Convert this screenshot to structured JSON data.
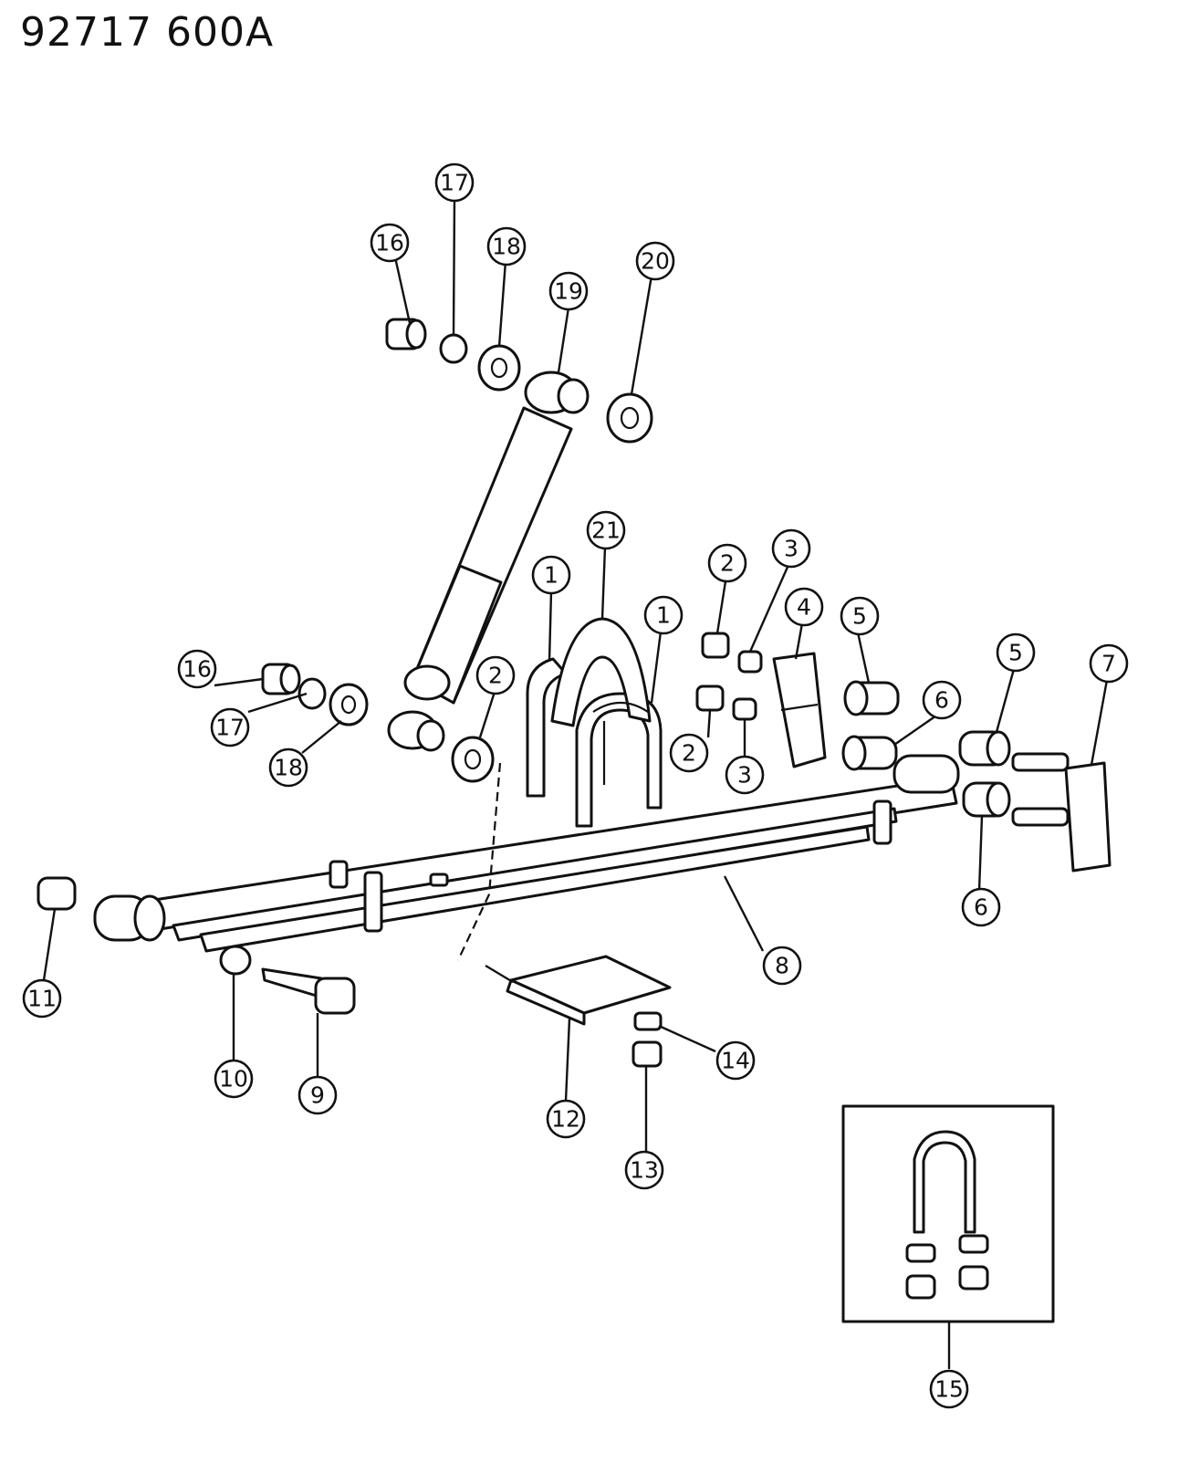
{
  "header": {
    "figure_code": "92717  600A"
  },
  "callouts": [
    "1",
    "1",
    "2",
    "2",
    "2",
    "3",
    "3",
    "4",
    "5",
    "5",
    "6",
    "6",
    "7",
    "8",
    "9",
    "10",
    "11",
    "12",
    "13",
    "14",
    "15",
    "16",
    "16",
    "17",
    "17",
    "18",
    "18",
    "19",
    "20",
    "21"
  ]
}
